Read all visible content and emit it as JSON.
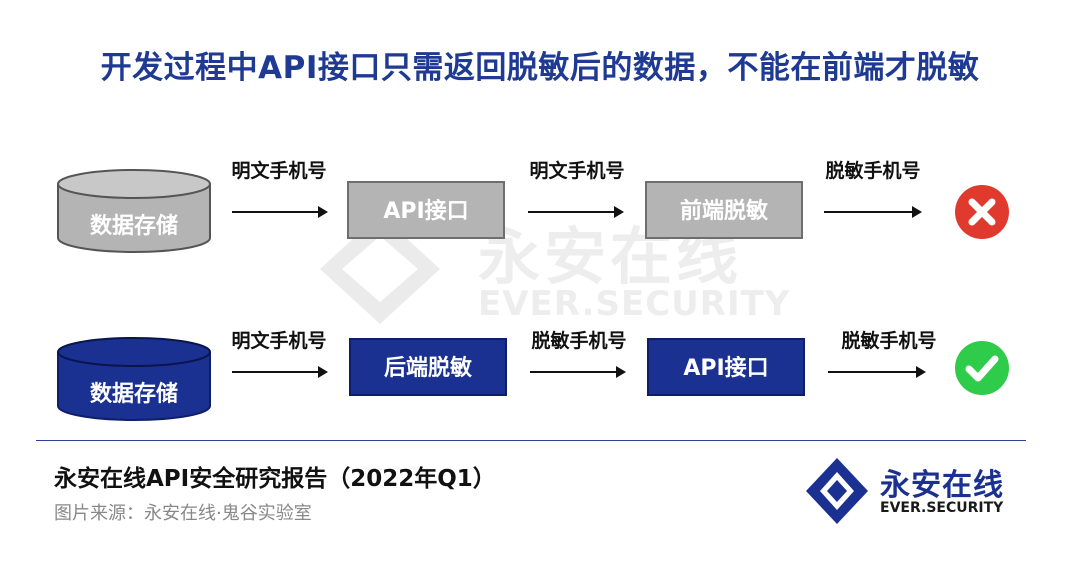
{
  "title": "开发过程中API接口只需返回脱敏后的数据，不能在前端才脱敏",
  "watermark": {
    "cn": "永安在线",
    "en": "EVER.SECURITY"
  },
  "colors": {
    "title": "#1f3a93",
    "gray_box": "#b4b4b4",
    "blue_box": "#1a3192",
    "bad": "#e03a2e",
    "good": "#2ecc4a"
  },
  "rows": [
    {
      "storage": "数据存储",
      "arrow1_label": "明文手机号",
      "box1": "API接口",
      "arrow2_label": "明文手机号",
      "box2": "前端脱敏",
      "arrow3_label": "脱敏手机号",
      "status_icon": "x-circle-icon"
    },
    {
      "storage": "数据存储",
      "arrow1_label": "明文手机号",
      "box1": "后端脱敏",
      "arrow2_label": "脱敏手机号",
      "box2": "API接口",
      "arrow3_label": "脱敏手机号",
      "status_icon": "check-circle-icon"
    }
  ],
  "footer": {
    "report": "永安在线API安全研究报告（2022年Q1）",
    "source": "图片来源：永安在线·鬼谷实验室",
    "logo_cn": "永安在线",
    "logo_en": "EVER.SECURITY"
  }
}
